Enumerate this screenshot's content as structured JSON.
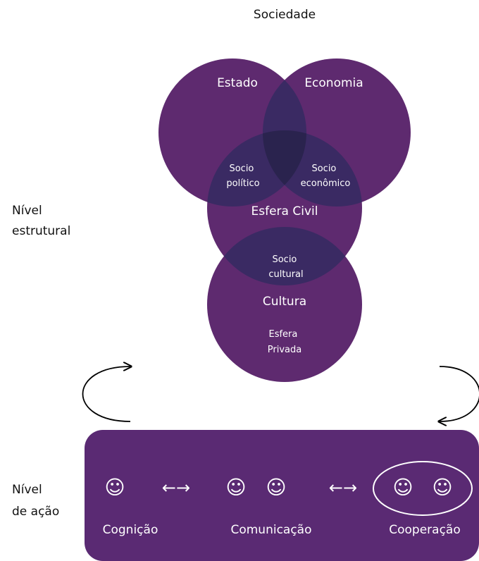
{
  "title": "Sociedade",
  "levels": {
    "structural": [
      "Nível",
      "estrutural"
    ],
    "action": [
      "Nível",
      "de ação"
    ]
  },
  "circles": {
    "estado": "Estado",
    "economia": "Economia",
    "esfera_civil": "Esfera Civil",
    "cultura": "Cultura",
    "esfera_privada": [
      "Esfera",
      "Privada"
    ]
  },
  "intersections": {
    "sociopolitico": [
      "Socio",
      "político"
    ],
    "socioeconomico": [
      "Socio",
      "econômico"
    ],
    "sociocultural": [
      "Socio",
      "cultural"
    ]
  },
  "action_panel": {
    "smiley": "☺",
    "arrows": "←→",
    "cognicao": "Cognição",
    "comunicacao": "Comunicação",
    "cooperacao": "Cooperação"
  },
  "colors": {
    "circle": "#5e2a6f",
    "overlap_two": "#3a2a63",
    "overlap_three": "#2a234e",
    "panel": "#5a2a73"
  }
}
